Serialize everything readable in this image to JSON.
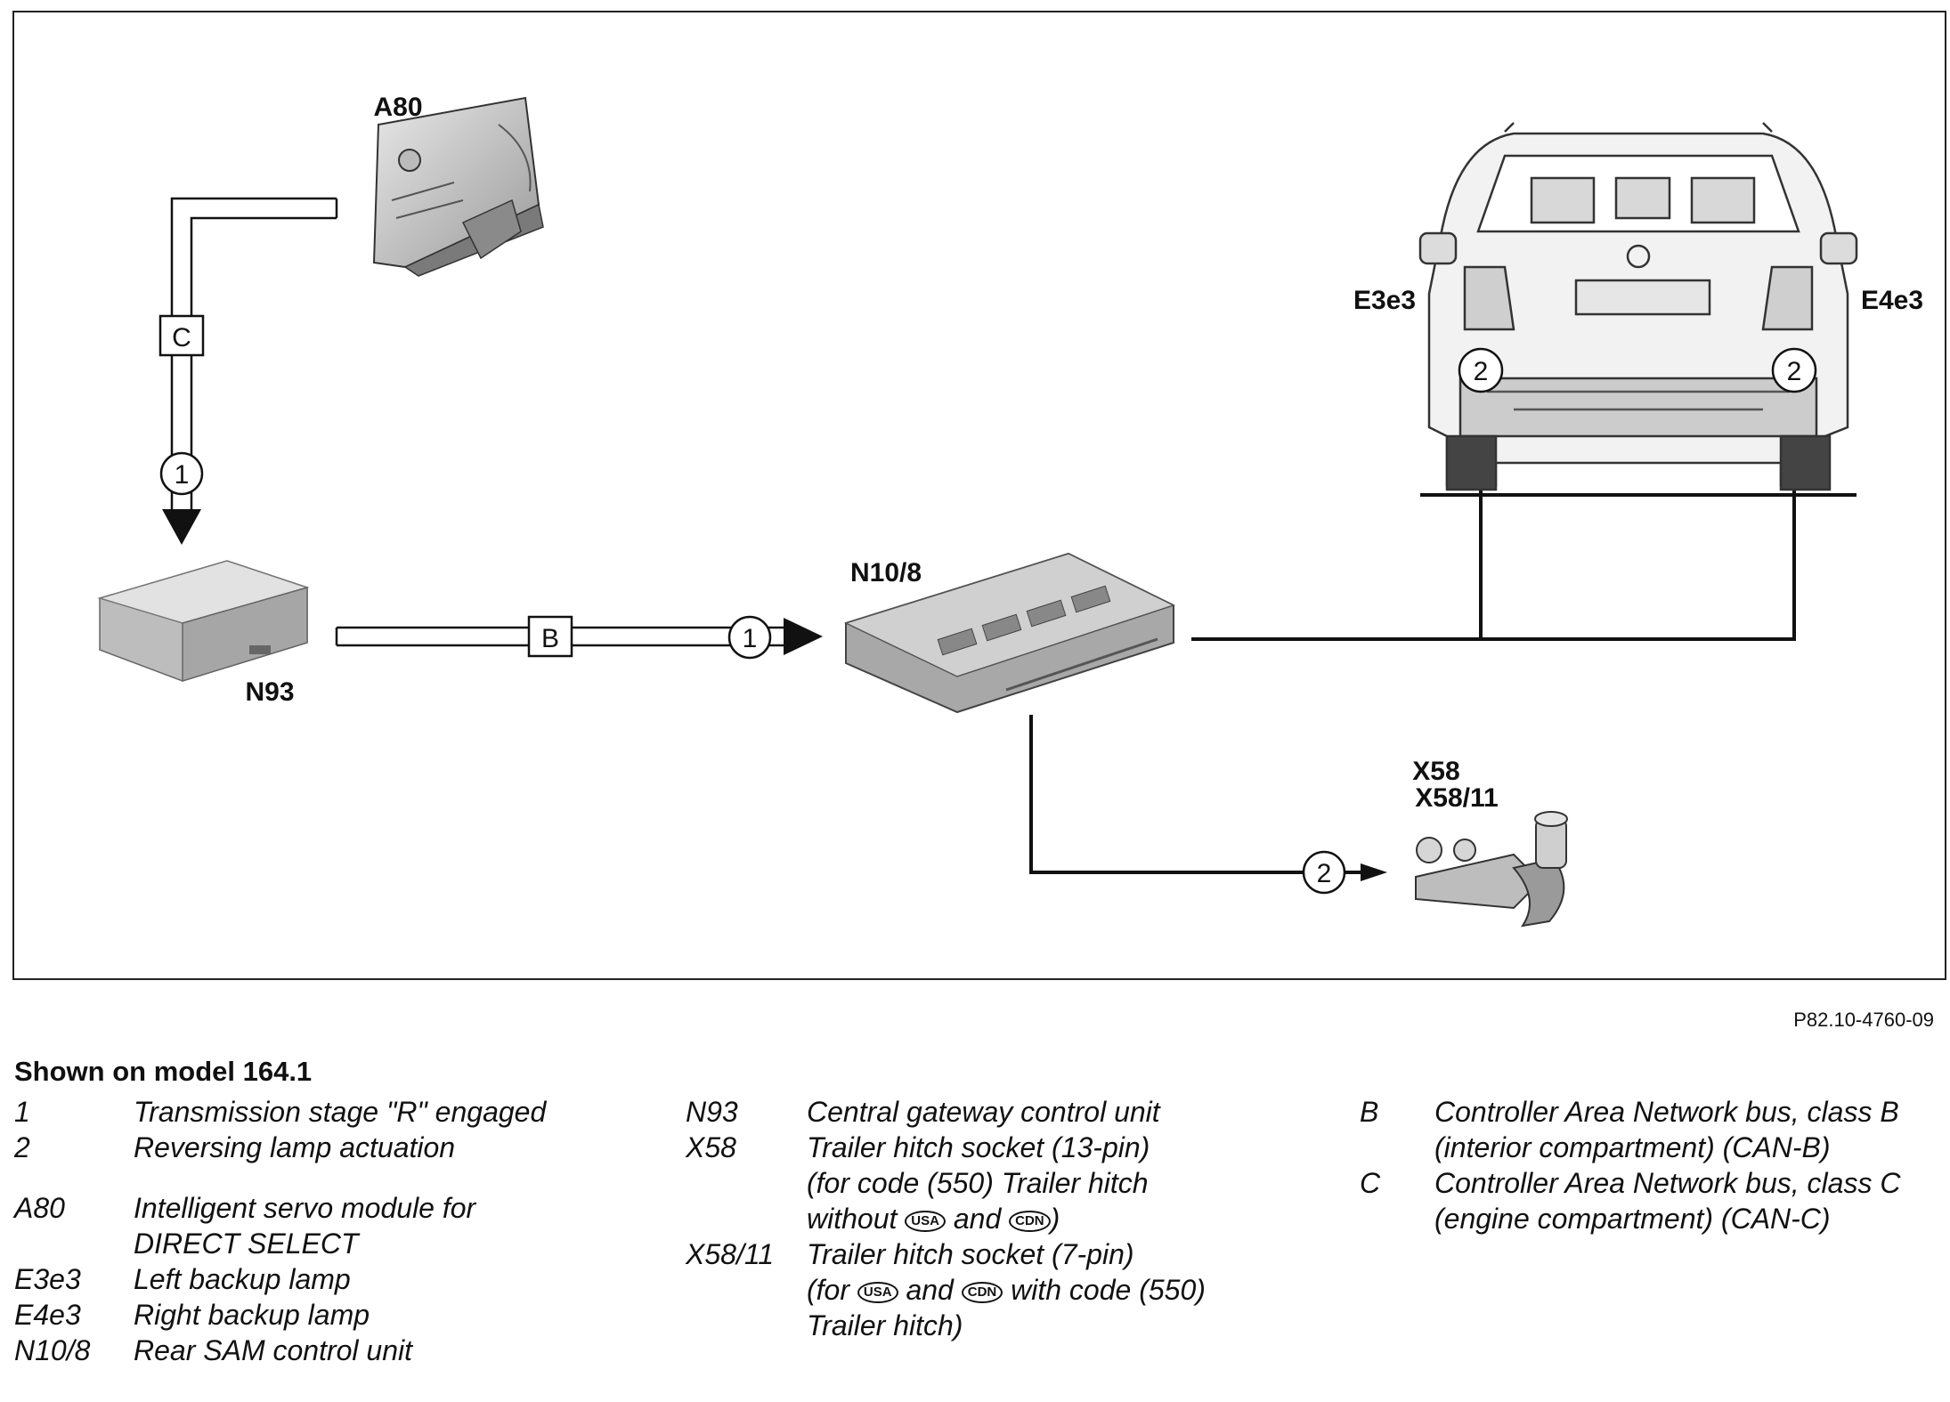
{
  "components": {
    "a80": "A80",
    "n93": "N93",
    "n10_8": "N10/8",
    "e3e3": "E3e3",
    "e4e3": "E4e3",
    "x58": "X58",
    "x58_11": "X58/11"
  },
  "buses": {
    "c": "C",
    "b": "B"
  },
  "markers": {
    "one": "1",
    "two": "2"
  },
  "figure_id": "P82.10-4760-09",
  "legend": {
    "title": "Shown on model 164.1",
    "col1": [
      {
        "key": "1",
        "text": "Transmission stage \"R\" engaged"
      },
      {
        "key": "2",
        "text": "Reversing lamp actuation"
      },
      {
        "key": "A80",
        "text": "Intelligent servo module for",
        "cont": "DIRECT SELECT"
      },
      {
        "key": "E3e3",
        "text": "Left backup lamp"
      },
      {
        "key": "E4e3",
        "text": "Right backup lamp"
      },
      {
        "key": "N10/8",
        "text": "Rear SAM control unit"
      }
    ],
    "col2": {
      "n93_key": "N93",
      "n93_text": "Central gateway control unit",
      "x58_key": "X58",
      "x58_line1": "Trailer hitch socket (13-pin)",
      "x58_line2": "(for code (550) Trailer hitch",
      "x58_line3a": "without",
      "x58_line3b": "and",
      "x58_line3c": ")",
      "x5811_key": "X58/11",
      "x5811_line1": "Trailer hitch socket (7-pin)",
      "x5811_line2a": "(for",
      "x5811_line2b": "and",
      "x5811_line2c": "with code (550)",
      "x5811_line3": "Trailer hitch)",
      "usa": "USA",
      "cdn": "CDN"
    },
    "col3": {
      "b_key": "B",
      "b_line1": "Controller Area Network bus, class B",
      "b_line2": "(interior compartment) (CAN-B)",
      "c_key": "C",
      "c_line1": "Controller Area Network bus, class C",
      "c_line2": "(engine compartment) (CAN-C)"
    }
  }
}
